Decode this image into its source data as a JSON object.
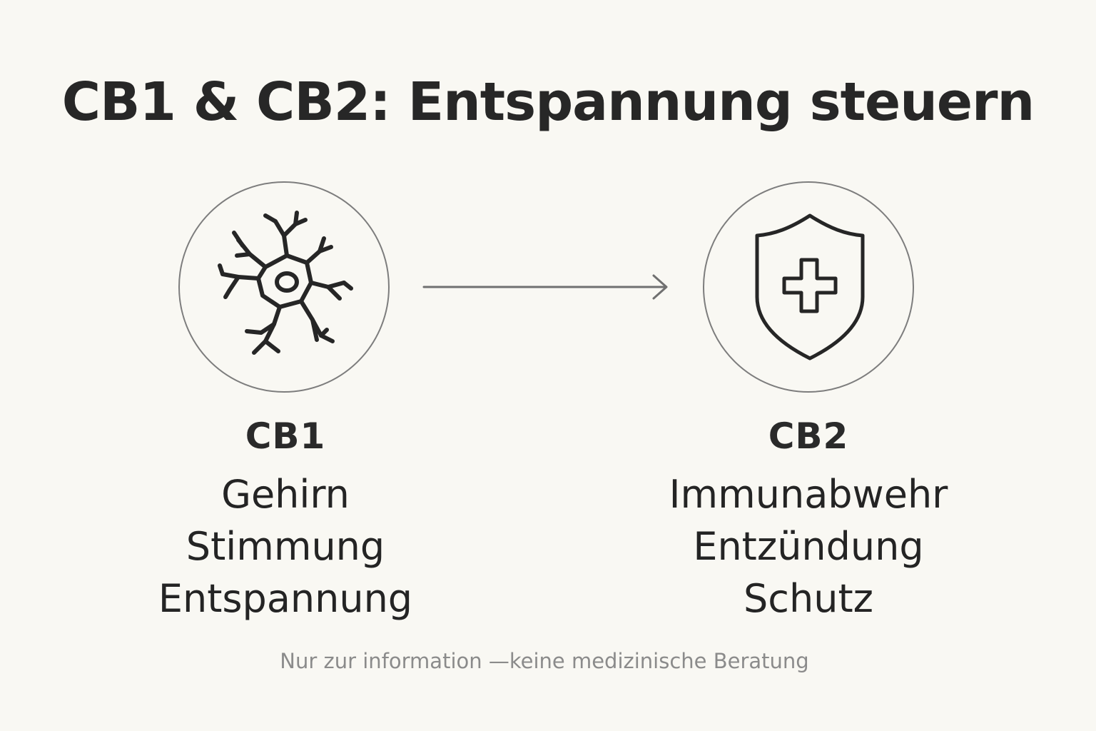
{
  "title": "CB1 & CB2: Entspannung steuern",
  "receptors": [
    {
      "name": "CB1",
      "icon": "neuron-icon",
      "items": [
        "Gehirn",
        "Stimmung",
        "Entspannung"
      ]
    },
    {
      "name": "CB2",
      "icon": "shield-plus-icon",
      "items": [
        "Immunabwehr",
        "Entzündung",
        "Schutz"
      ]
    }
  ],
  "disclaimer": "Nur zur information —keine medizinische Beratung",
  "colors": {
    "background": "#f9f8f3",
    "text": "#262626",
    "circle_border": "#7d7d7d",
    "arrow": "#707070",
    "disclaimer": "#8b8b8b"
  }
}
